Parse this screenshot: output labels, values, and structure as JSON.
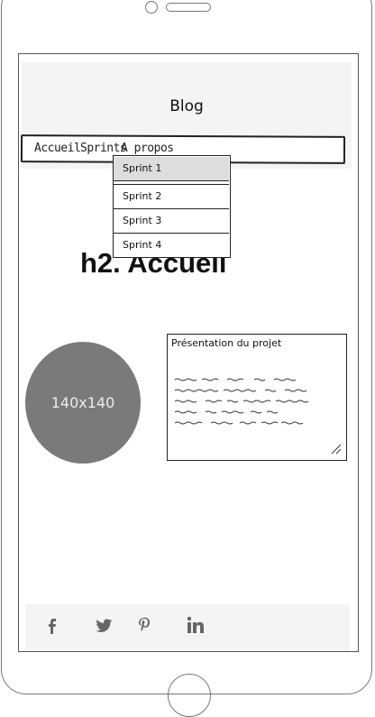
{
  "header": {
    "title": "Blog"
  },
  "nav": {
    "links": [
      "Accueil",
      "Sprints",
      "A propos"
    ]
  },
  "dropdown": {
    "items": [
      "Sprint 1",
      "Sprint 2",
      "Sprint 3",
      "Sprint 4"
    ],
    "selected_index": 0
  },
  "main": {
    "heading": "h2. Accueil",
    "image_placeholder": "140x140",
    "presentation_title": "Présentation du projet"
  },
  "footer": {
    "social_icons": [
      "facebook-icon",
      "twitter-icon",
      "pinterest-icon",
      "linkedin-icon"
    ]
  }
}
